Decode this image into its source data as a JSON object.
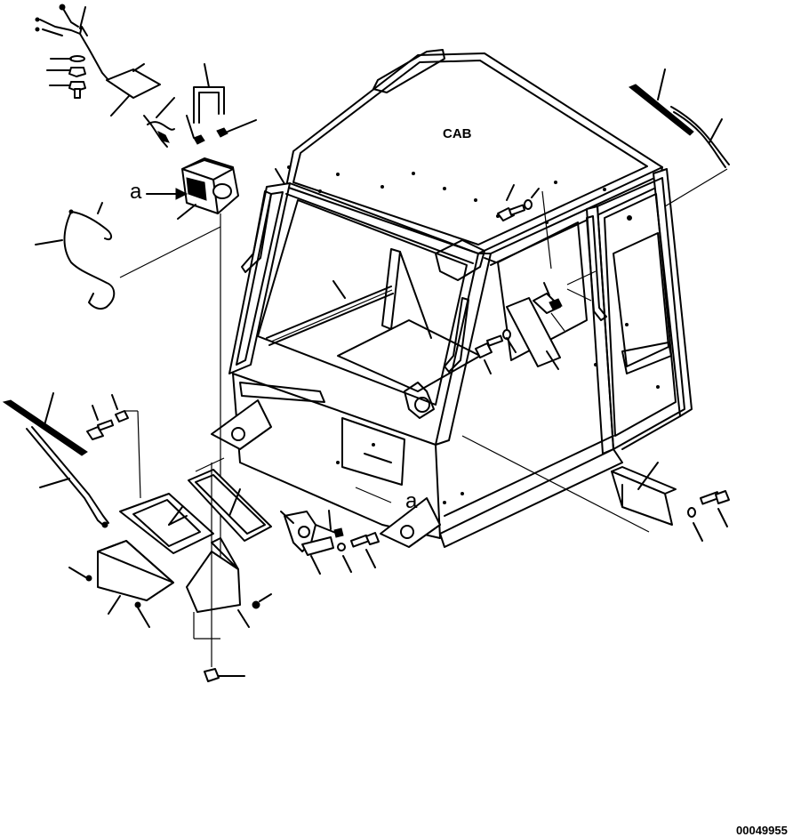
{
  "title_label": "CAB",
  "callouts": {
    "a_upper": "a",
    "a_lower": "a"
  },
  "drawing_number": "00049955"
}
